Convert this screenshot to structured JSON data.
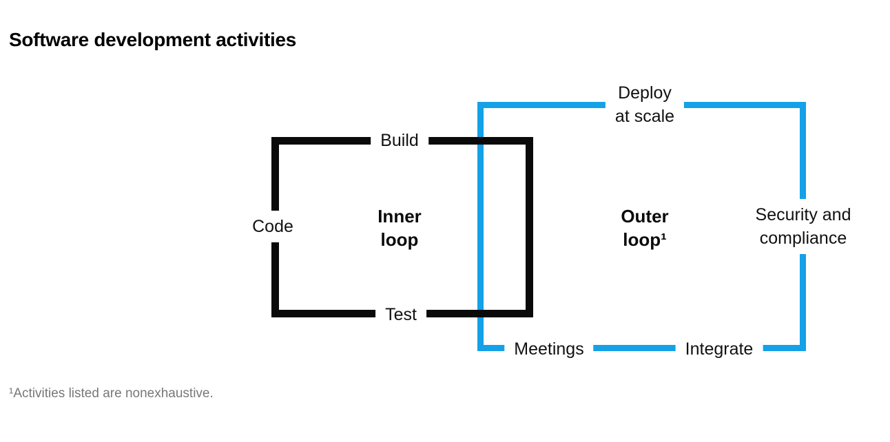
{
  "title": "Software development activities",
  "footnote": "¹Activities listed are nonexhaustive.",
  "colors": {
    "loop_black": "#0a0a0a",
    "loop_blue": "#14a1e7",
    "text_black": "#111111",
    "footnote_gray": "#777777"
  },
  "inner_loop": {
    "label_lines": [
      "Inner",
      "loop"
    ],
    "build": "Build",
    "code": "Code",
    "test": "Test"
  },
  "outer_loop": {
    "label_lines": [
      "Outer",
      "loop¹"
    ],
    "deploy_lines": [
      "Deploy",
      "at scale"
    ],
    "security_lines": [
      "Security and",
      "compliance"
    ],
    "meetings": "Meetings",
    "integrate": "Integrate"
  }
}
